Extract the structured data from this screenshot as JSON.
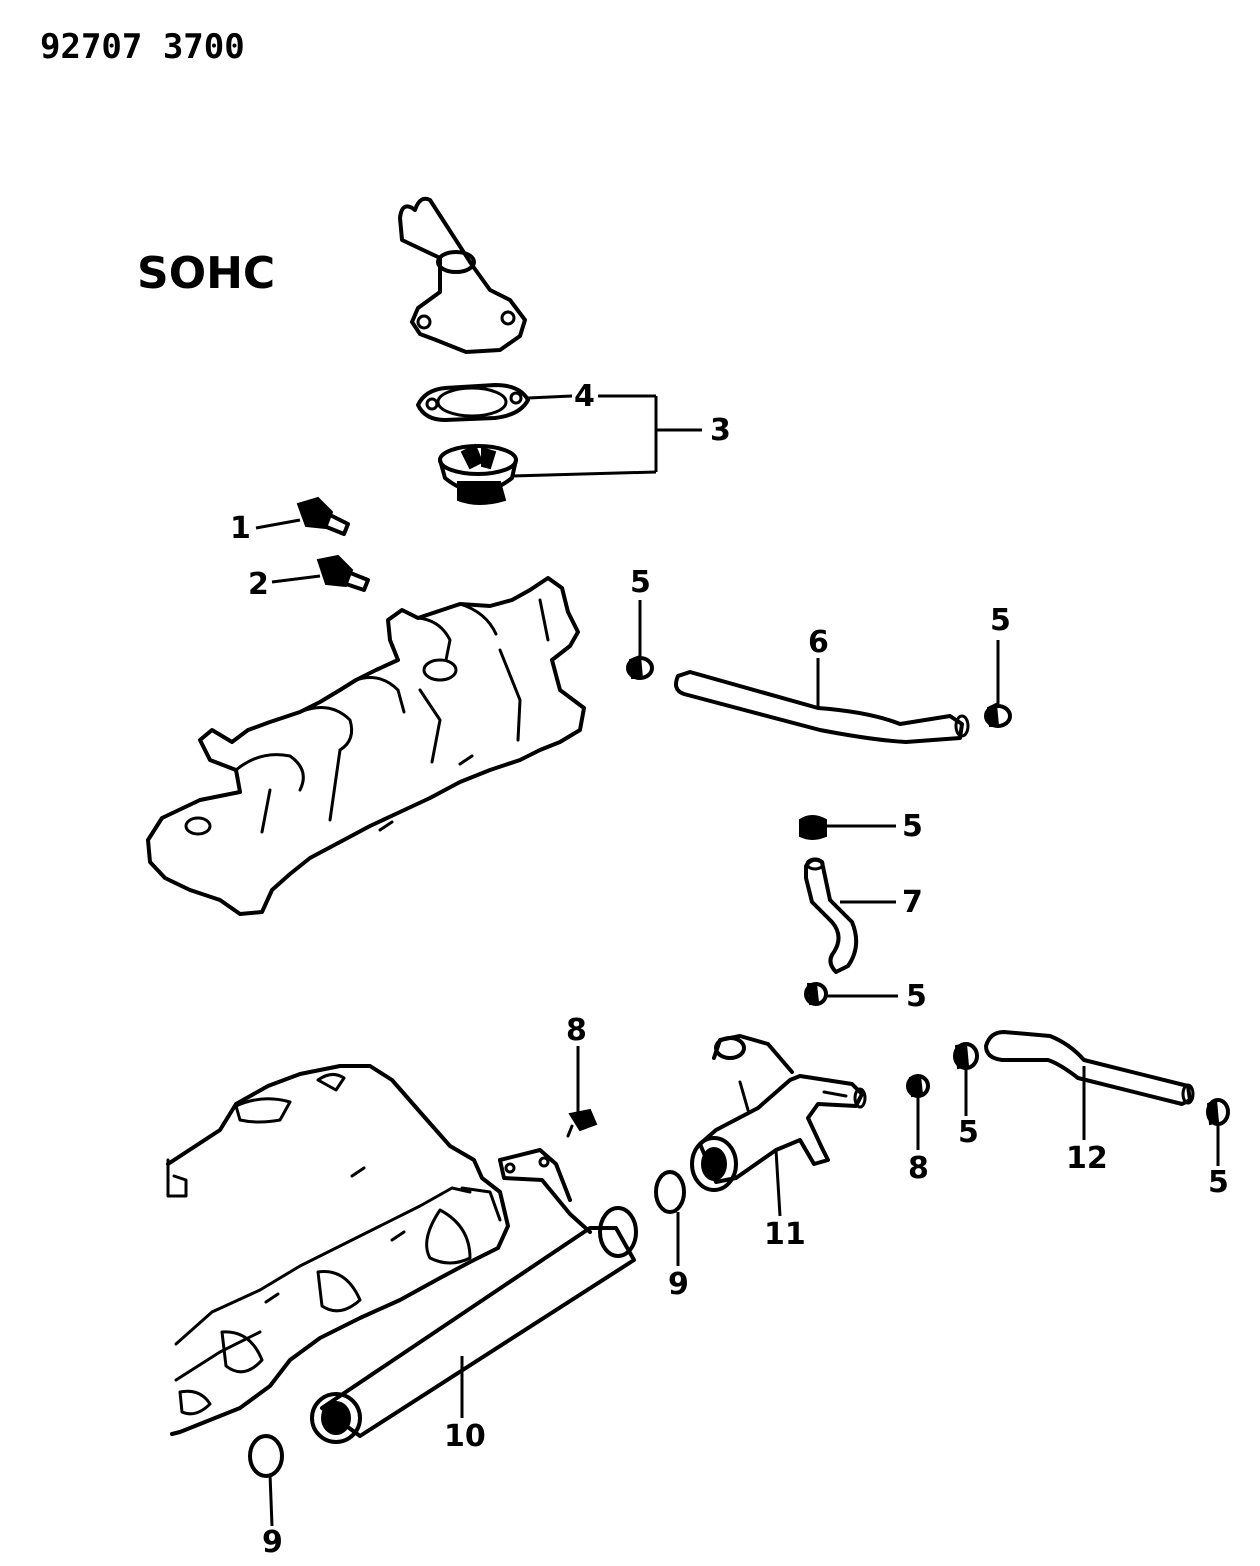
{
  "diagram_code": "92707 3700",
  "variant_label": "SOHC",
  "callouts": {
    "c1": "1",
    "c2": "2",
    "c3": "3",
    "c4": "4",
    "c5a": "5",
    "c5b": "5",
    "c5c": "5",
    "c5d": "5",
    "c5e": "5",
    "c5f": "5",
    "c6": "6",
    "c7": "7",
    "c8a": "8",
    "c8b": "8",
    "c9a": "9",
    "c9b": "9",
    "c10": "10",
    "c11": "11",
    "c12": "12"
  }
}
